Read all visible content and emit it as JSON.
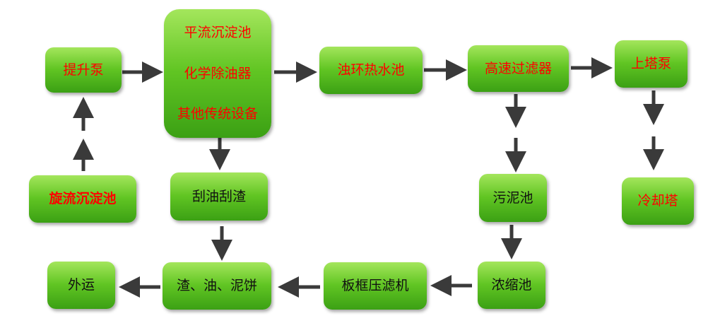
{
  "nodes": {
    "lift_pump": "提升泵",
    "cyclone_tank": "旋流沉淀池",
    "treatment_line1": "平流沉淀池",
    "treatment_line2": "化学除油器",
    "treatment_line3": "其他传统设备",
    "hot_water_tank": "浊环热水池",
    "hs_filter": "高速过滤器",
    "tower_pump": "上塔泵",
    "cooling_tower": "冷却塔",
    "skim_oil_slag": "刮油刮渣",
    "sludge_tank": "污泥池",
    "thickener": "浓缩池",
    "filter_press": "板框压滤机",
    "slag_oil_cake": "渣、油、泥饼",
    "haul_away": "外运"
  },
  "colors": {
    "box_top": "#a4e65c",
    "box_bottom": "#3ba014",
    "label_red": "#ff0000",
    "label_black": "#111111",
    "arrow": "#3a3a3a"
  }
}
